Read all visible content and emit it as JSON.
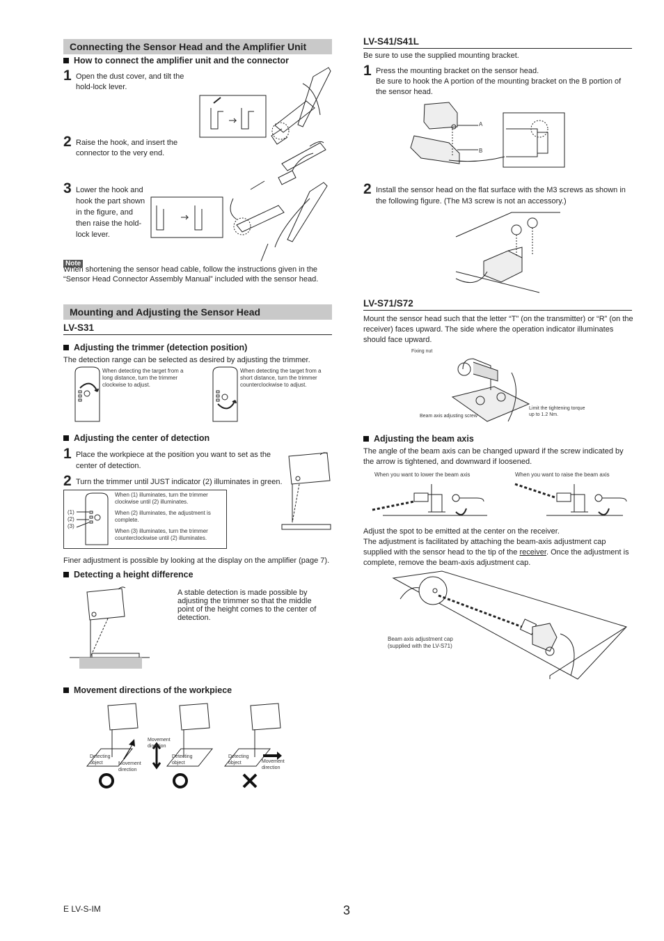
{
  "left": {
    "connect": {
      "title": "Connecting the Sensor Head and the Amplifier Unit",
      "subtitle": "How to connect the amplifier unit and the connector",
      "steps": [
        {
          "num": "1",
          "text": "Open the dust cover, and tilt the hold-lock lever."
        },
        {
          "num": "2",
          "text": "Raise the hook, and insert the connector to the very end."
        },
        {
          "num": "3",
          "text": "Lower the hook and hook the part shown in the figure, and then raise the hold-lock lever."
        }
      ],
      "note_label": "Note",
      "note_text": "When shortening the sensor head cable, follow the instructions given in the “Sensor Head Connector Assembly Manual” included with the sensor head."
    },
    "mounting": {
      "title": "Mounting and Adjusting the Sensor Head",
      "model": "LV-S31",
      "trimmer": {
        "heading": "Adjusting the trimmer (detection position)",
        "intro": "The detection range can be selected as desired by adjusting the trimmer.",
        "long_caption": "When detecting the target from a long distance, turn the trimmer clockwise to adjust.",
        "short_caption": "When detecting the target from a short distance, turn the trimmer counterclockwise to adjust."
      },
      "center": {
        "heading": "Adjusting the center of detection",
        "steps": [
          {
            "num": "1",
            "text": "Place the workpiece at the position you want to set as the center of detection."
          },
          {
            "num": "2",
            "text": "Turn the trimmer until JUST indicator (2) illuminates in green."
          }
        ],
        "labels": [
          "(1)",
          "(2)",
          "(3)"
        ],
        "notes": [
          "When (1) illuminates, turn the trimmer clockwise until (2) illuminates.",
          "When (2) illuminates, the adjustment is complete.",
          "When (3) illuminates, turn the trimmer counterclockwise until (2) illuminates."
        ],
        "finer": "Finer adjustment is possible by looking at the display on the amplifier (page 7)."
      },
      "height": {
        "heading": "Detecting a height difference",
        "text": "A stable detection is made possible by adjusting the trimmer so that the middle point of the height comes to the center of detection."
      },
      "movement": {
        "heading": "Movement directions of the workpiece",
        "detecting_object": "Detecting object",
        "movement_direction": "Movement direction",
        "marks": [
          "O",
          "O",
          "X"
        ]
      }
    }
  },
  "right": {
    "s41": {
      "model": "LV-S41/S41L",
      "intro": "Be sure to use the supplied mounting bracket.",
      "step1_num": "1",
      "step1_line1": "Press the mounting bracket on the sensor head.",
      "step1_line2": "Be sure to hook the A portion of the mounting bracket on the B portion of the sensor head.",
      "label_a": "A",
      "label_b": "B",
      "step2_num": "2",
      "step2_text": "Install the sensor head on the flat surface with the M3 screws as shown in the following figure. (The M3 screw is not an accessory.)"
    },
    "s71": {
      "model": "LV-S71/S72",
      "intro": "Mount the sensor head such that the letter “T” (on the transmitter) or “R” (on the receiver) faces upward. The side where the operation indicator illuminates should face upward.",
      "fixing_nut": "Fixing nut",
      "beam_screw": "Beam axis adjusting screw",
      "torque": "Limit the tightening torque up to 1.2 Nm.",
      "beam": {
        "heading": "Adjusting the beam axis",
        "text": "The angle of the beam axis can be changed upward if the screw indicated by the arrow is tightened, and downward if loosened.",
        "lower": "When you want to lower the beam axis",
        "raise": "When you want to raise the beam axis"
      },
      "spot": {
        "line1": "Adjust the spot to be emitted at the center on the receiver.",
        "line2a": "The adjustment is facilitated by attaching the beam-axis adjustment cap supplied with the sensor head to the tip of the ",
        "receiver": "receiver",
        "line2b": ". Once the adjustment is complete, remove the beam-axis adjustment cap.",
        "cap_label": "Beam axis adjustment cap (supplied with the LV-S71)"
      }
    }
  },
  "footer": {
    "doc_id": "E LV-S-IM",
    "page": "3"
  }
}
